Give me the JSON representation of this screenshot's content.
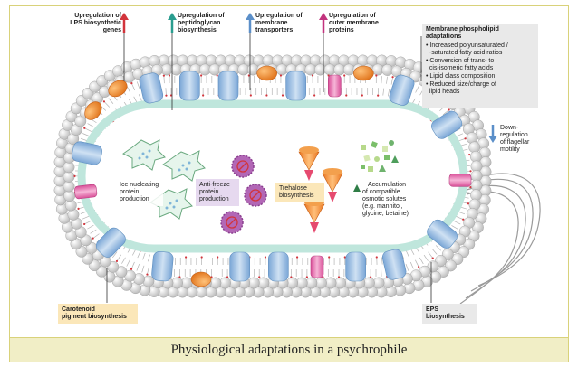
{
  "top_labels": [
    {
      "text": [
        "Upregulation of",
        "LPS biosynthetic",
        "genes"
      ],
      "arrow_color": "#d2343b"
    },
    {
      "text": [
        "Upregulation of",
        "peptidoglycan",
        "biosynthesis"
      ],
      "arrow_color": "#2a9d8f"
    },
    {
      "text": [
        "Upregulation of",
        "membrane",
        "transporters"
      ],
      "arrow_color": "#5b8fc9"
    },
    {
      "text": [
        "Upregulation of",
        "outer membrane",
        "proteins"
      ],
      "arrow_color": "#c2337e"
    }
  ],
  "membrane_box": {
    "title": [
      "Membrane phospholipid",
      "adaptations"
    ],
    "items": [
      [
        "Increased polyunsaturated /",
        "-saturated fatty acid ratios"
      ],
      [
        "Conversion of trans- to",
        "cis-isomeric fatty acids"
      ],
      [
        "Lipid class composition"
      ],
      [
        "Reduced size/charge of",
        "lipid heads"
      ]
    ]
  },
  "flagella_label": [
    "Down-",
    "regulation",
    "of flagellar",
    "motility"
  ],
  "inner_labels": {
    "ice": [
      "Ice nucleating",
      "protein",
      "production"
    ],
    "antifreeze": [
      "Anti-freeze",
      "protein",
      "production"
    ],
    "trehalose": [
      "Trehalose",
      "biosynthesis"
    ],
    "osmotic": [
      "Accumulation",
      "of compatible",
      "osmotic solutes",
      "(e.g. mannitol,",
      "glycine, betaine)"
    ]
  },
  "bottom_left_label": [
    "Carotenoid",
    "pigment biosynthesis"
  ],
  "bottom_right_label": [
    "EPS",
    "biosynthesis"
  ],
  "caption": "Physiological adaptations in a psychrophile",
  "colors": {
    "cell_outer": "#c9c9c9",
    "membrane_protein": "#9bbfe0",
    "orange_protein": "#f08a24",
    "pink_protein": "#e576b0",
    "periplasm": "#bfe6dc",
    "label_box": "#fbe7b9",
    "antifreeze_box": "#e6d9ef"
  }
}
